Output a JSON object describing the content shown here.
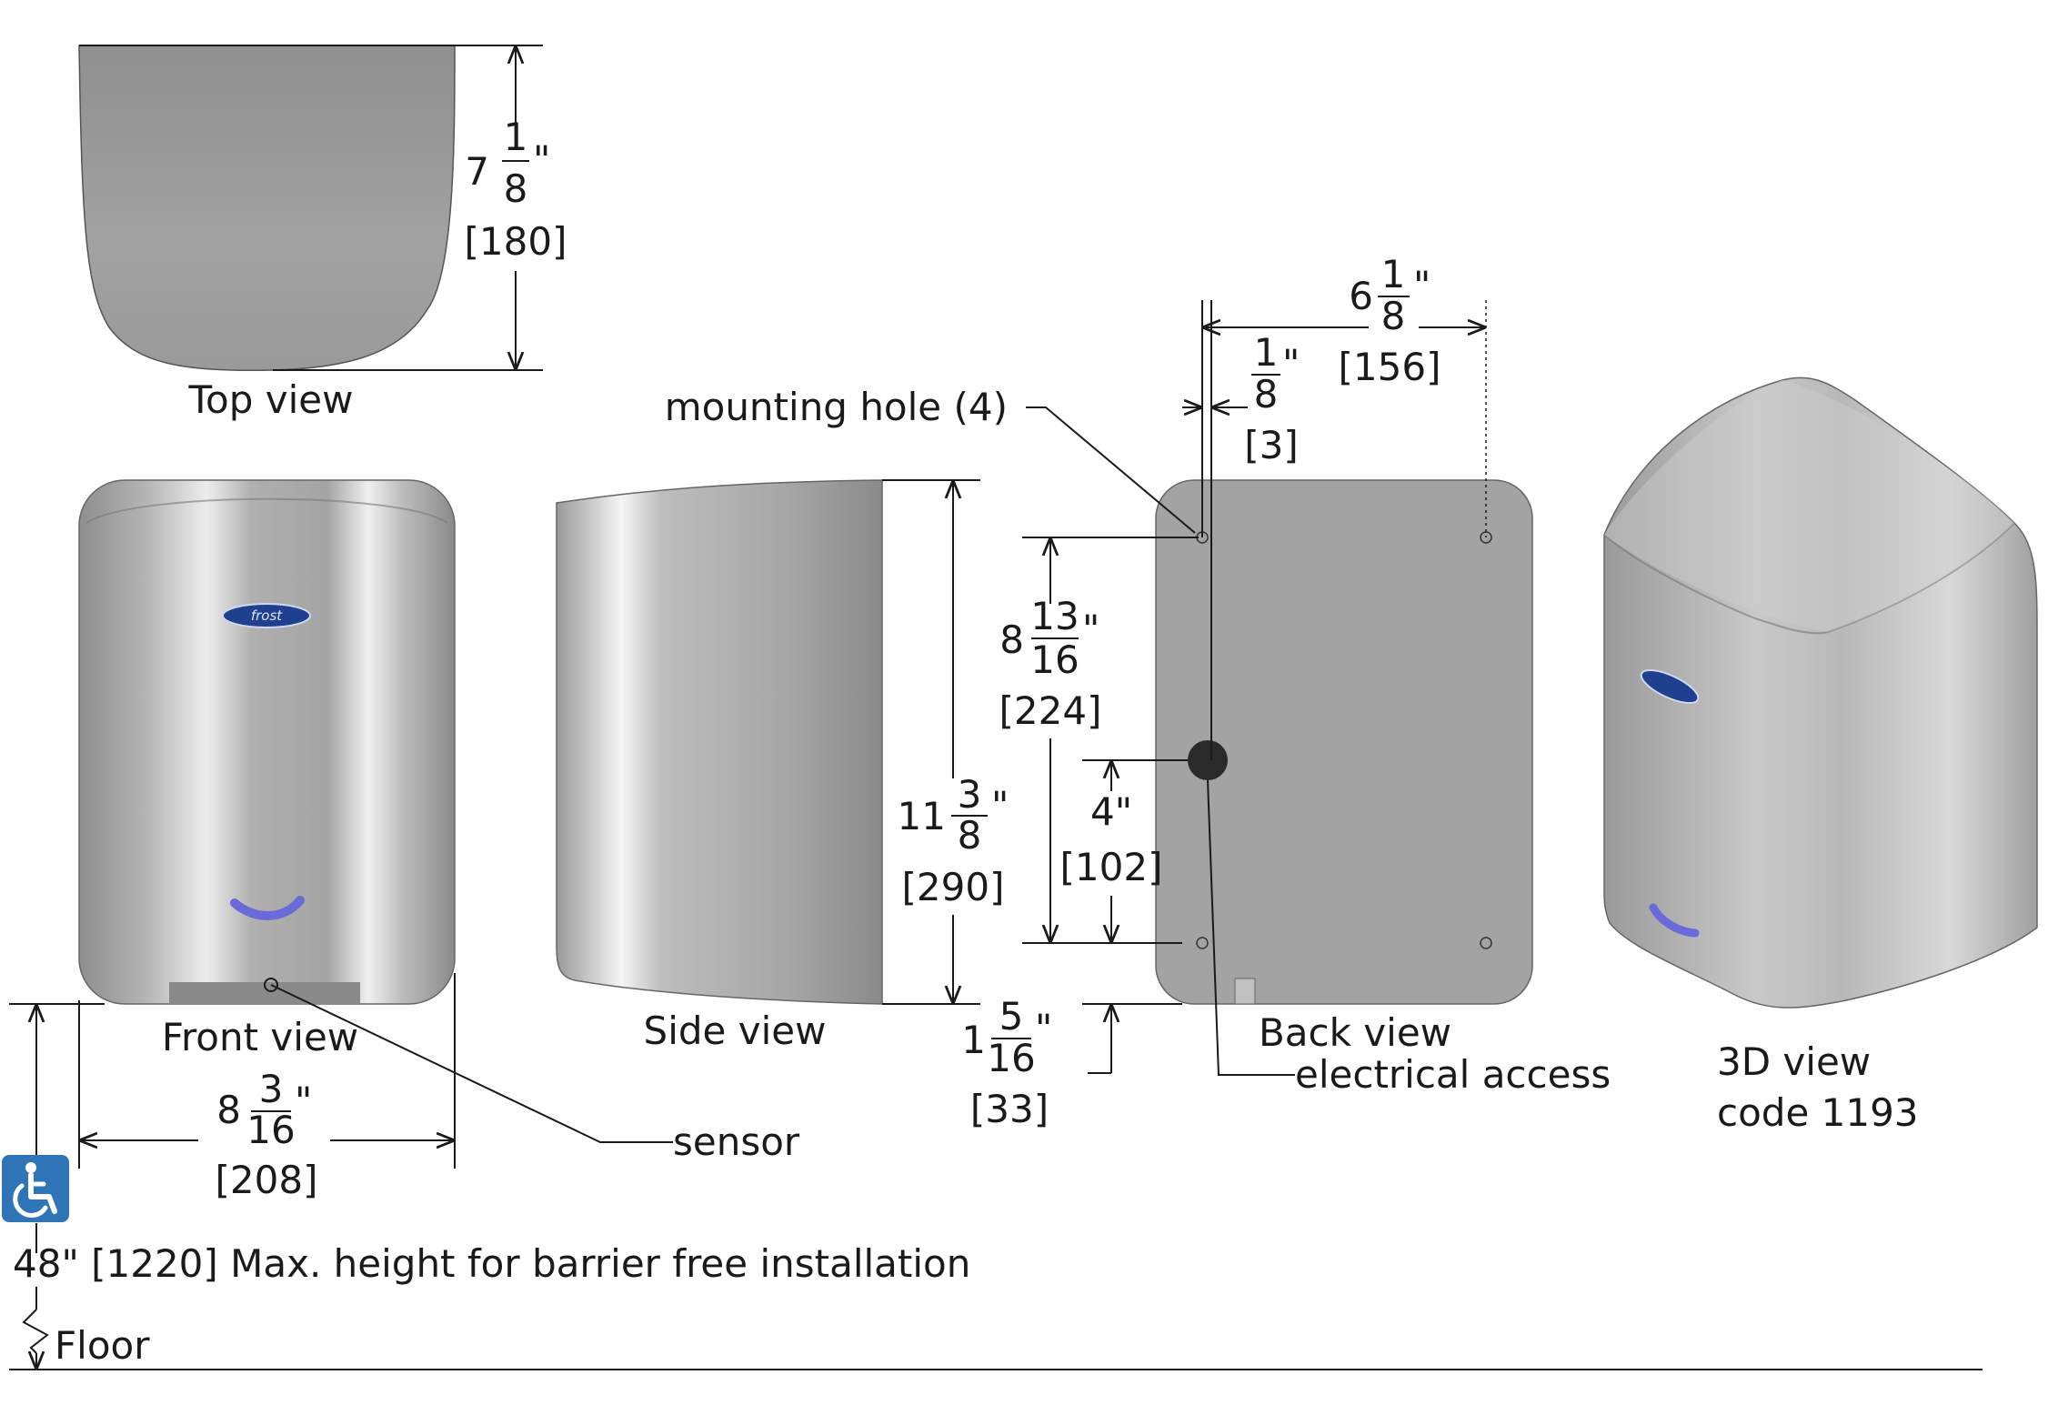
{
  "views": {
    "top": "Top view",
    "front": "Front view",
    "side": "Side view",
    "back": "Back view",
    "three_d": "3D view",
    "code": "code 1193"
  },
  "callouts": {
    "mounting_hole": "mounting hole (4)",
    "sensor": "sensor",
    "electrical_access": "electrical access",
    "barrier_free": "48\" [1220] Max. height for barrier free installation",
    "floor": "Floor"
  },
  "logo": "frost",
  "dimensions": {
    "top_depth": {
      "whole": "7",
      "num": "1",
      "den": "8",
      "inch": "\"",
      "mm": "[180]"
    },
    "front_width": {
      "whole": "8",
      "num": "3",
      "den": "16",
      "inch": "\"",
      "mm": "[208]"
    },
    "side_height": {
      "whole": "11",
      "num": "3",
      "den": "8",
      "inch": "\"",
      "mm": "[290]"
    },
    "hole_spacing_v": {
      "whole": "8",
      "num": "13",
      "den": "16",
      "inch": "\"",
      "mm": "[224]"
    },
    "access_height": {
      "value": "4\"",
      "mm": "[102]"
    },
    "bottom_offset": {
      "whole": "1",
      "num": "5",
      "den": "16",
      "inch": "\"",
      "mm": "[33]"
    },
    "hole_spacing_h": {
      "whole": "6",
      "num": "1",
      "den": "8",
      "inch": "\"",
      "mm": "[156]"
    },
    "hole_edge_offset": {
      "num": "1",
      "den": "8",
      "inch": "\"",
      "mm": "[3]"
    }
  },
  "colors": {
    "line": "#1a1a1a",
    "steel_dark": "#8c8c8c",
    "steel_light": "#f2f2f2",
    "logo_blue": "#1f3f8f",
    "sensor_purple": "#6a6ad8",
    "accessibility_blue": "#2f74b7"
  },
  "icons": [
    "wheelchair-icon"
  ]
}
